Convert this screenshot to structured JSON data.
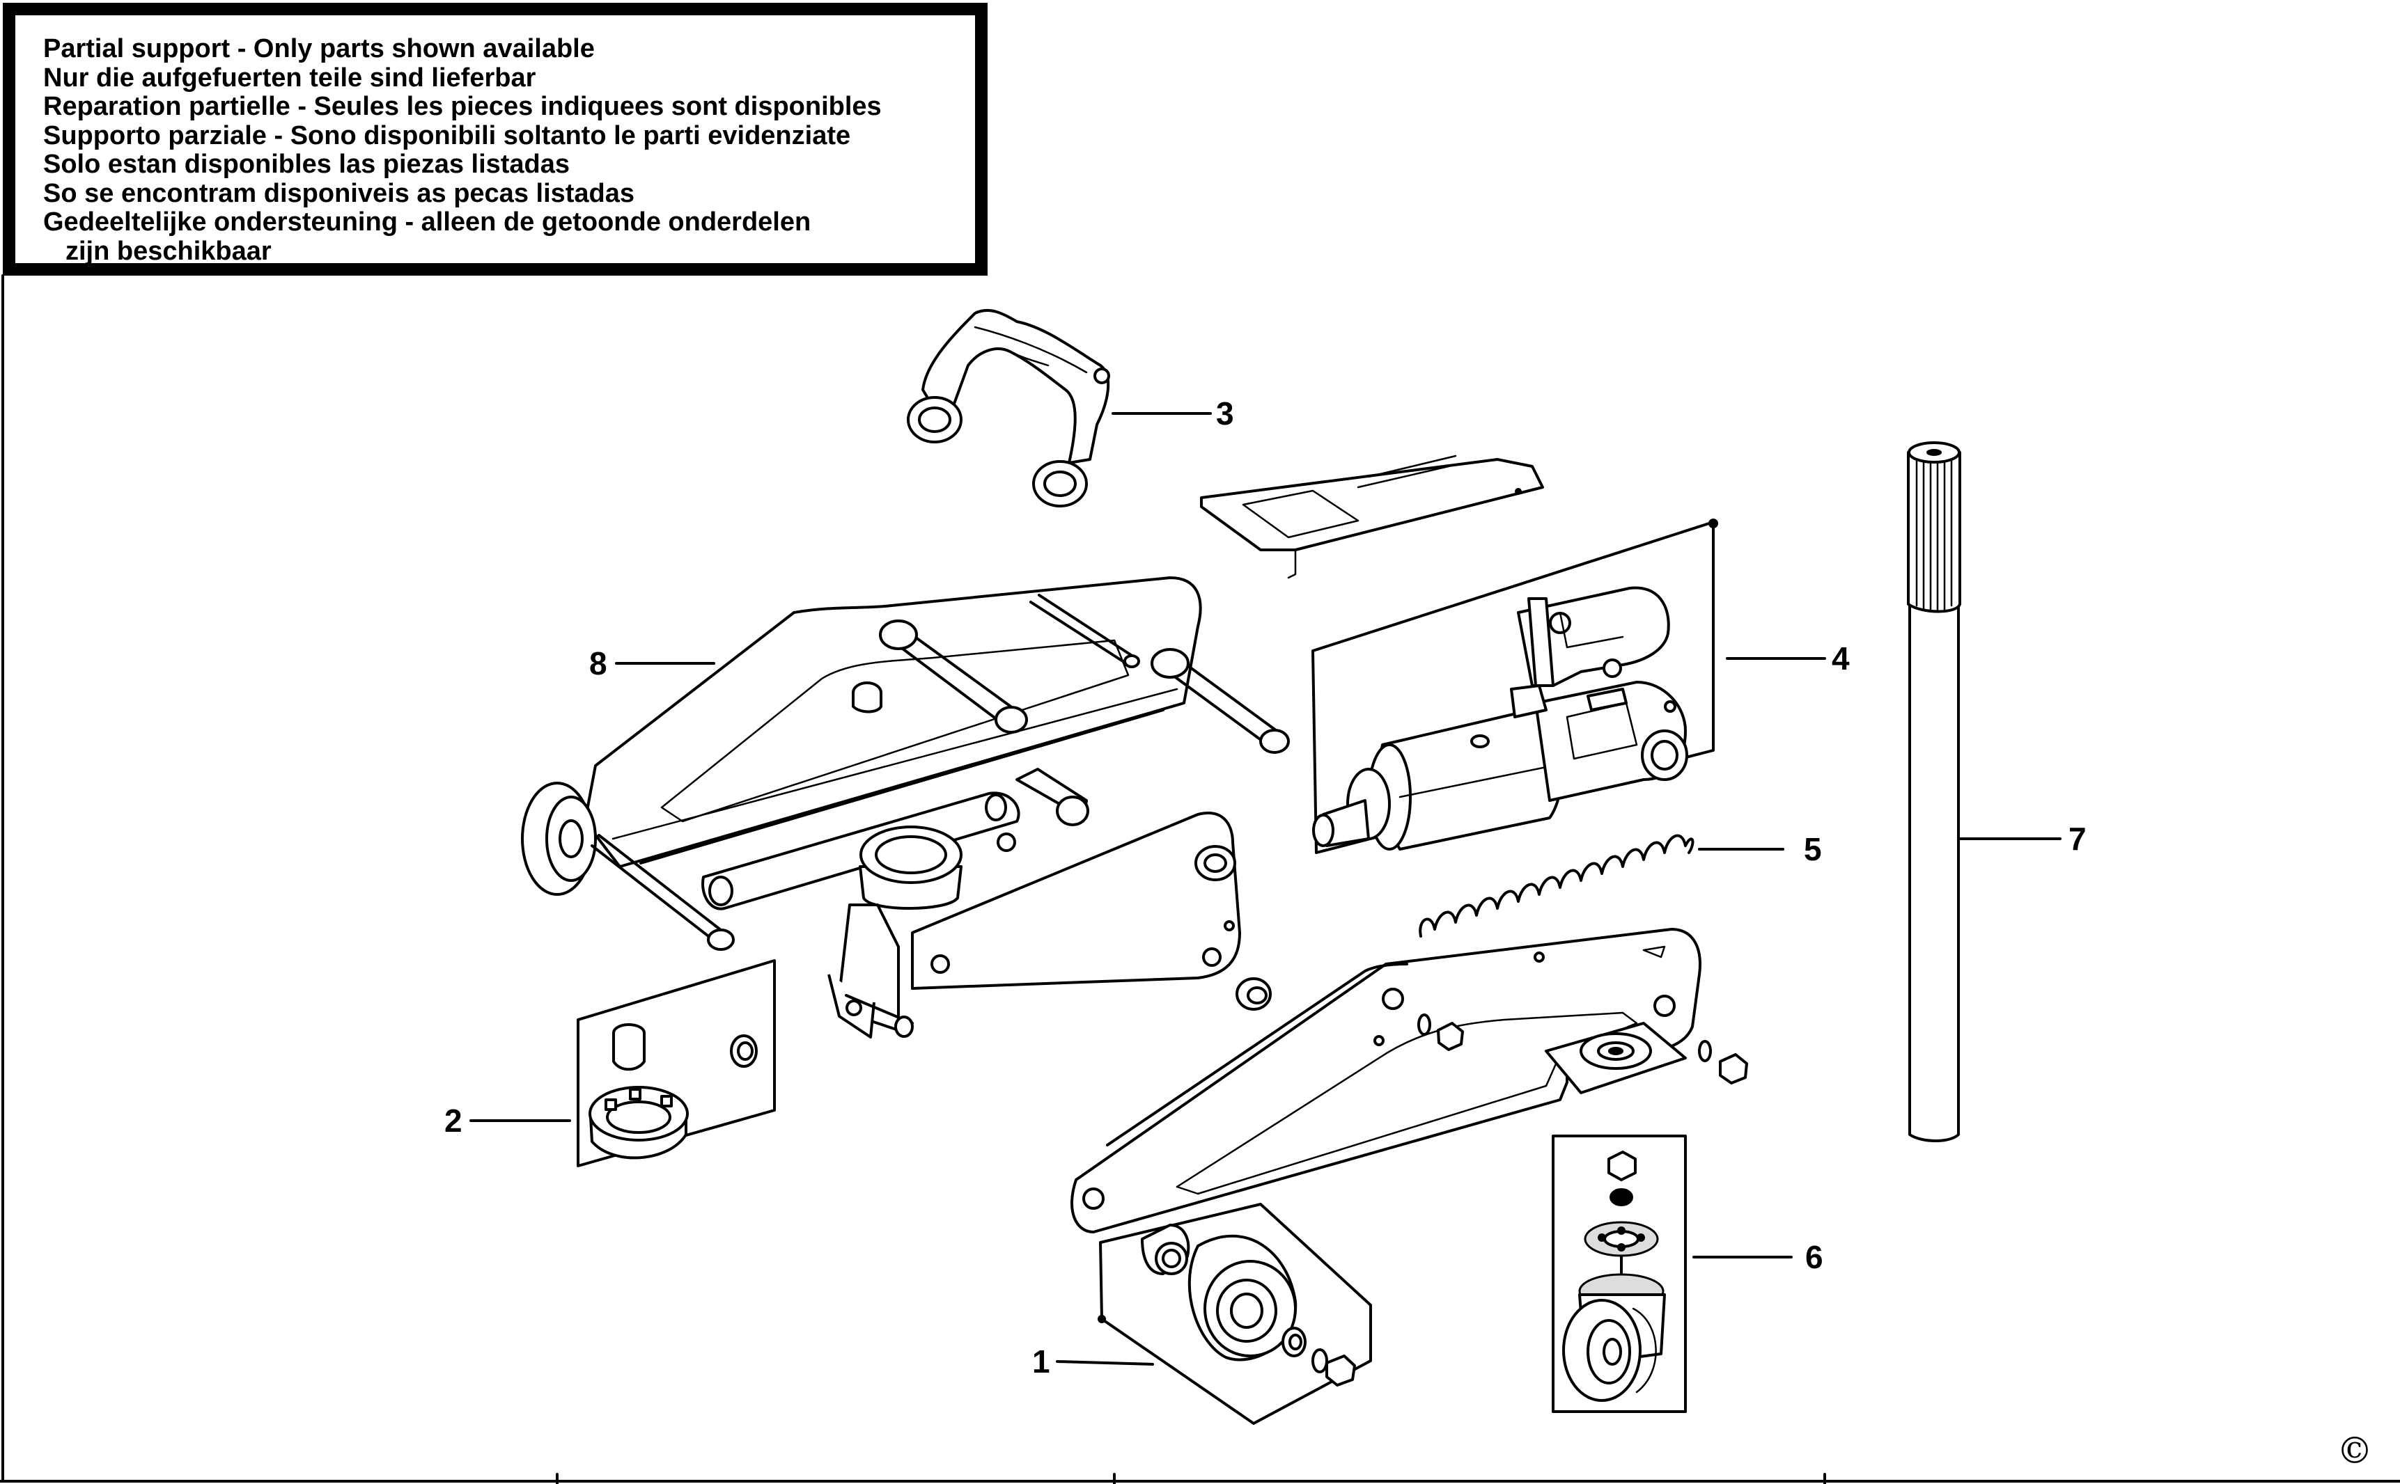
{
  "notice": {
    "lines": [
      "Partial support - Only parts shown available",
      "Nur die aufgefuerten teile sind lieferbar",
      "Reparation partielle - Seules les pieces indiquees sont disponibles",
      "Supporto parziale - Sono disponibili soltanto le parti evidenziate",
      "Solo estan disponibles las piezas listadas",
      "So se encontram disponiveis as pecas listadas",
      "Gedeeltelijke ondersteuning - alleen de getoonde onderdelen",
      "zijn beschikbaar"
    ]
  },
  "callouts": [
    "1",
    "2",
    "3",
    "4",
    "5",
    "6",
    "7",
    "8"
  ],
  "copyright_symbol": "©"
}
